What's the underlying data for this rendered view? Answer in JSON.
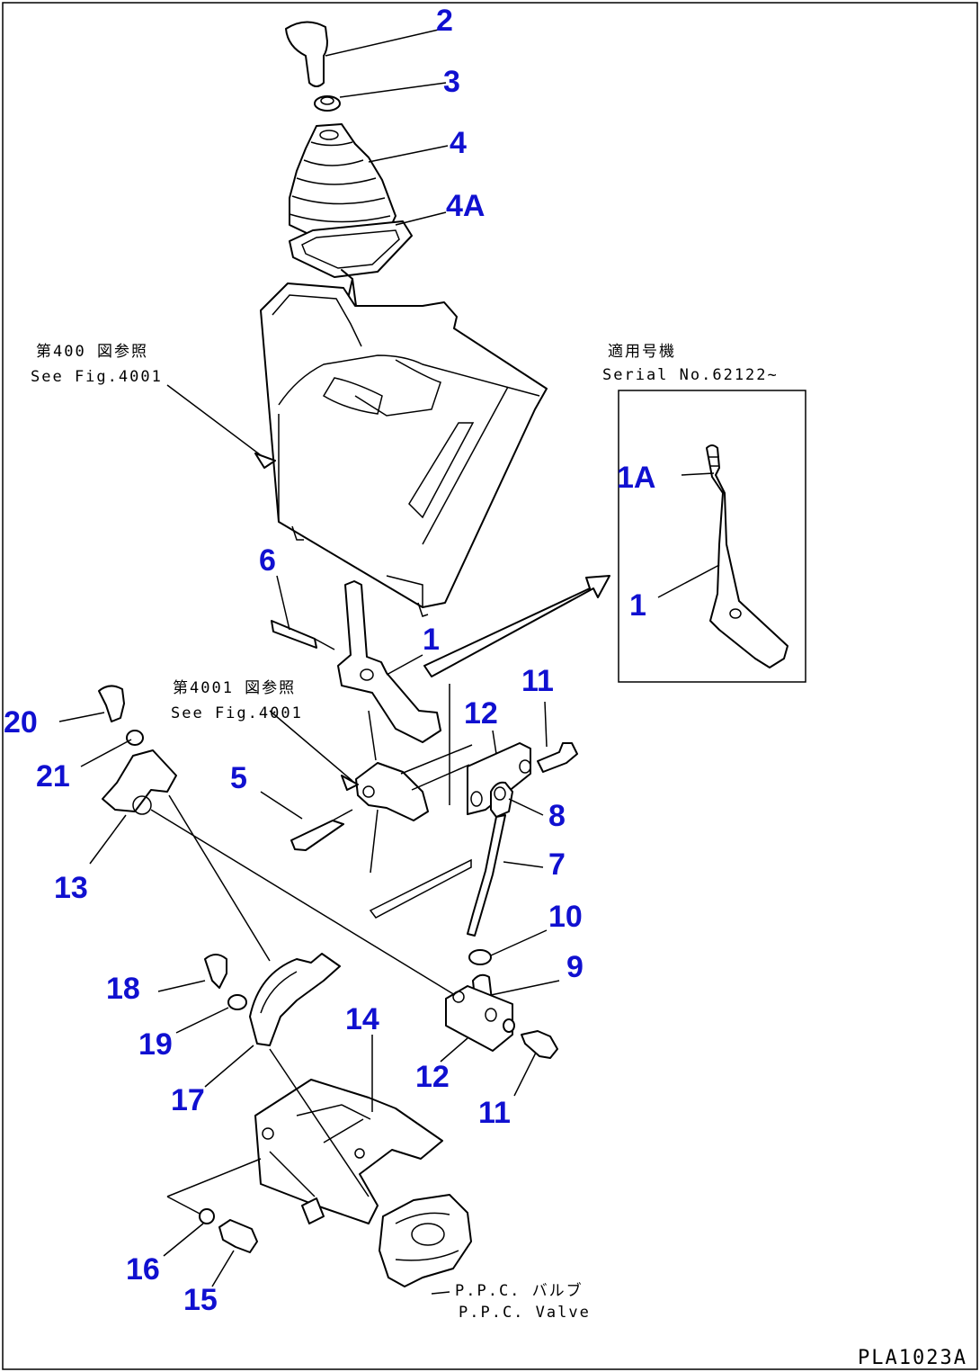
{
  "callouts": [
    {
      "id": "c2",
      "text": "2"
    },
    {
      "id": "c3",
      "text": "3"
    },
    {
      "id": "c4",
      "text": "4"
    },
    {
      "id": "c4a",
      "text": "4A"
    },
    {
      "id": "c1a",
      "text": "1A"
    },
    {
      "id": "c1r",
      "text": "1"
    },
    {
      "id": "c6",
      "text": "6"
    },
    {
      "id": "c1",
      "text": "1"
    },
    {
      "id": "c11t",
      "text": "11"
    },
    {
      "id": "c12t",
      "text": "12"
    },
    {
      "id": "c20",
      "text": "20"
    },
    {
      "id": "c21",
      "text": "21"
    },
    {
      "id": "c5",
      "text": "5"
    },
    {
      "id": "c8",
      "text": "8"
    },
    {
      "id": "c7",
      "text": "7"
    },
    {
      "id": "c13",
      "text": "13"
    },
    {
      "id": "c10",
      "text": "10"
    },
    {
      "id": "c9",
      "text": "9"
    },
    {
      "id": "c18",
      "text": "18"
    },
    {
      "id": "c14",
      "text": "14"
    },
    {
      "id": "c19",
      "text": "19"
    },
    {
      "id": "c12b",
      "text": "12"
    },
    {
      "id": "c17",
      "text": "17"
    },
    {
      "id": "c11b",
      "text": "11"
    },
    {
      "id": "c16",
      "text": "16"
    },
    {
      "id": "c15",
      "text": "15"
    }
  ],
  "notes": {
    "ref_top_jp": "第400 図参照",
    "ref_top_en": "See Fig.4001",
    "ref_mid_jp": "第4001 図参照",
    "ref_mid_en": "See Fig.4001",
    "serial_jp": "適用号機",
    "serial_en": "Serial No.62122~",
    "ppc_jp": "P.P.C. バルブ",
    "ppc_en": "P.P.C. Valve"
  },
  "drawing_code": "PLA1023A"
}
